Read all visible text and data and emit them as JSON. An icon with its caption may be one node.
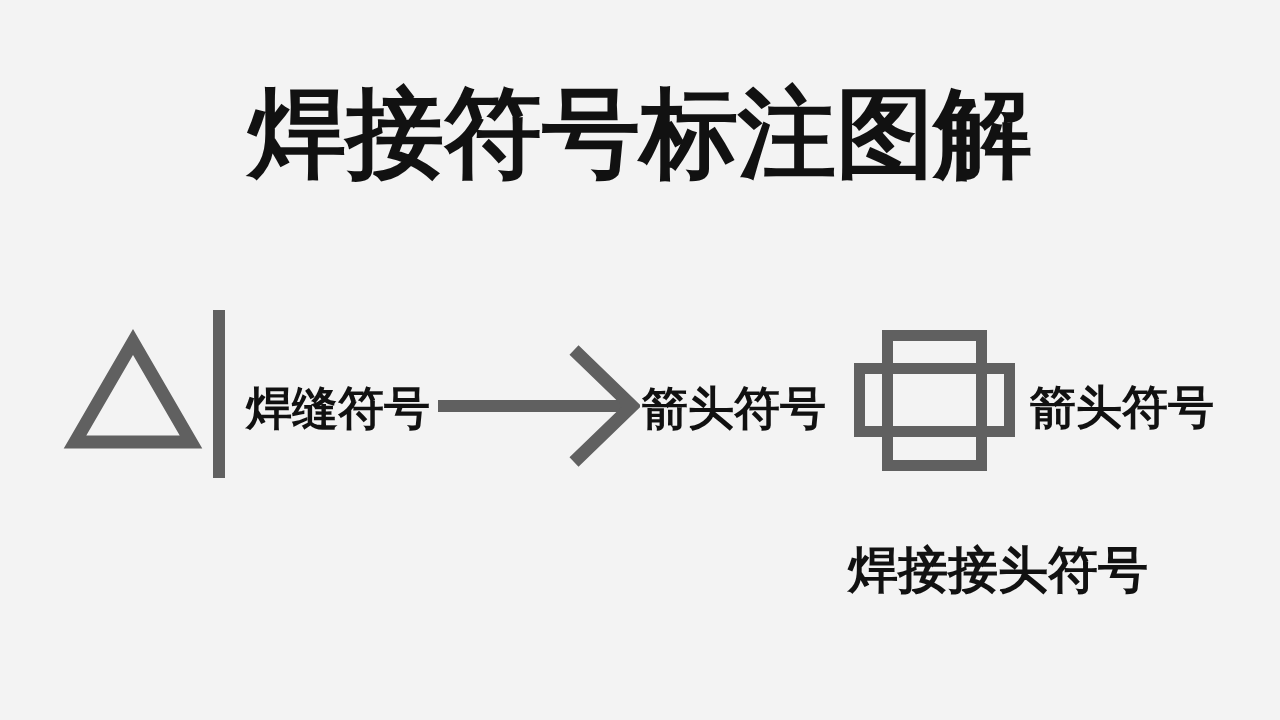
{
  "diagram": {
    "title": "焊接符号标注图解",
    "nodes": [
      {
        "text": [
          "焊缝符号"
        ]
      },
      {
        "text": [
          "箭头符号"
        ]
      }
    ],
    "edges": [
      {
        "from": 0,
        "to": 1,
        "arrow": "to"
      }
    ],
    "labels": [
      "箭头符号",
      "焊接接头符号"
    ]
  }
}
